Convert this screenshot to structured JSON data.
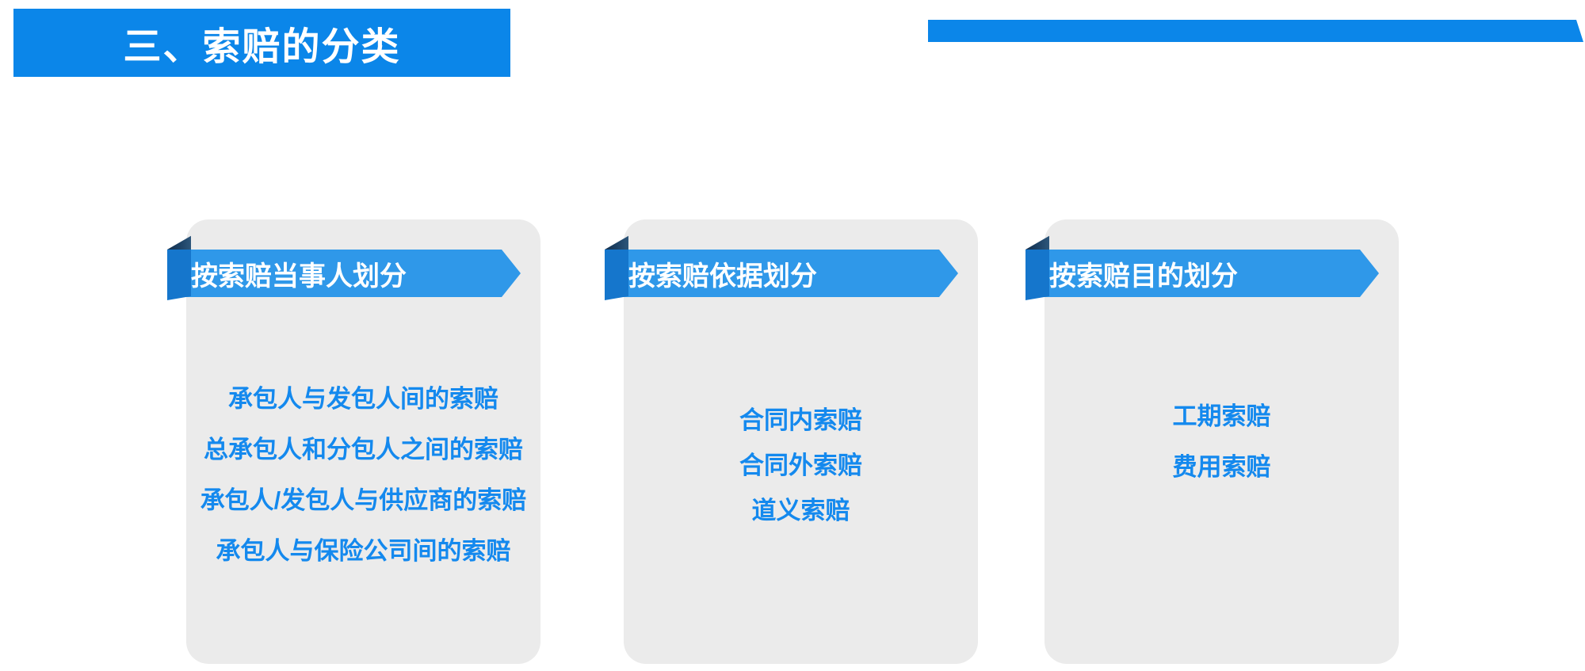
{
  "slide": {
    "title": "三、索赔的分类",
    "colors": {
      "primary_blue": "#0b86e9",
      "ribbon_band_blue": "#2f98e9",
      "ribbon_fold_blue": "#1576cc",
      "ribbon_foldback_navy": "#1d4266",
      "card_background": "#ebebeb",
      "item_text_blue": "#1489ee",
      "ribbon_text": "#ffffff"
    }
  },
  "cards": [
    {
      "header": "按索赔当事人划分",
      "items": [
        "承包人与发包人间的索赔",
        "总承包人和分包人之间的索赔",
        "承包人/发包人与供应商的索赔",
        "承包人与保险公司间的索赔"
      ]
    },
    {
      "header": "按索赔依据划分",
      "items": [
        "合同内索赔",
        "合同外索赔",
        "道义索赔"
      ]
    },
    {
      "header": "按索赔目的划分",
      "items": [
        "工期索赔",
        "费用索赔"
      ]
    }
  ]
}
